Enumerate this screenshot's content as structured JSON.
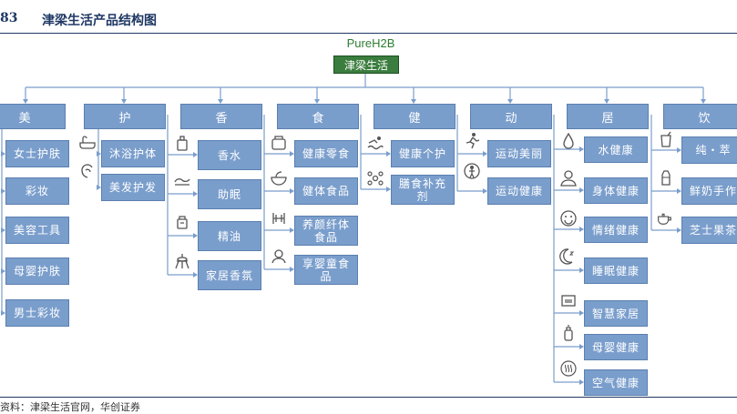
{
  "figure": {
    "number": "83",
    "title": "津梁生活产品结构图"
  },
  "brand": "PureH2B",
  "root": "津梁生活",
  "categories": [
    {
      "label": "美",
      "items": [
        "女士护肤",
        "彩妆",
        "美容工具",
        "母婴护肤",
        "男士彩妆"
      ]
    },
    {
      "label": "护",
      "items": [
        "沐浴护体",
        "美发护发"
      ]
    },
    {
      "label": "香",
      "items": [
        "香水",
        "助眠",
        "精油",
        "家居香氛"
      ]
    },
    {
      "label": "食",
      "items": [
        "健康零食",
        "健体食品",
        "养颜纤体食品",
        "享婴童食品"
      ]
    },
    {
      "label": "健",
      "items": [
        "健康个护",
        "膳食补充剂"
      ]
    },
    {
      "label": "动",
      "items": [
        "运动美丽",
        "运动健康"
      ]
    },
    {
      "label": "居",
      "items": [
        "水健康",
        "身体健康",
        "情绪健康",
        "睡眠健康",
        "智慧家居",
        "母婴健康",
        "空气健康"
      ]
    },
    {
      "label": "饮",
      "items": [
        "纯・萃",
        "鲜奶手作",
        "芝士果茶"
      ]
    }
  ],
  "icons": {
    "hu": [
      "bathtub-icon",
      "hair-icon"
    ],
    "xiang": [
      "perfume-bottle-icon",
      "sleep-icon",
      "oil-bottle-icon",
      "diffuser-icon"
    ],
    "shi": [
      "snack-icon",
      "salad-icon",
      "fitness-icon",
      "baby-icon"
    ],
    "jian": [
      "swimmer-icon",
      "molecule-icon"
    ],
    "dong": [
      "runner-icon",
      "athlete-icon"
    ],
    "ju": [
      "water-drop-icon",
      "person-icon",
      "smile-icon",
      "moon-icon",
      "house-icon",
      "baby-bottle-icon",
      "air-icon"
    ],
    "yin": [
      "cup-icon",
      "milk-icon",
      "teapot-icon"
    ]
  },
  "footer": "资料：津梁生活官网，华创证券"
}
